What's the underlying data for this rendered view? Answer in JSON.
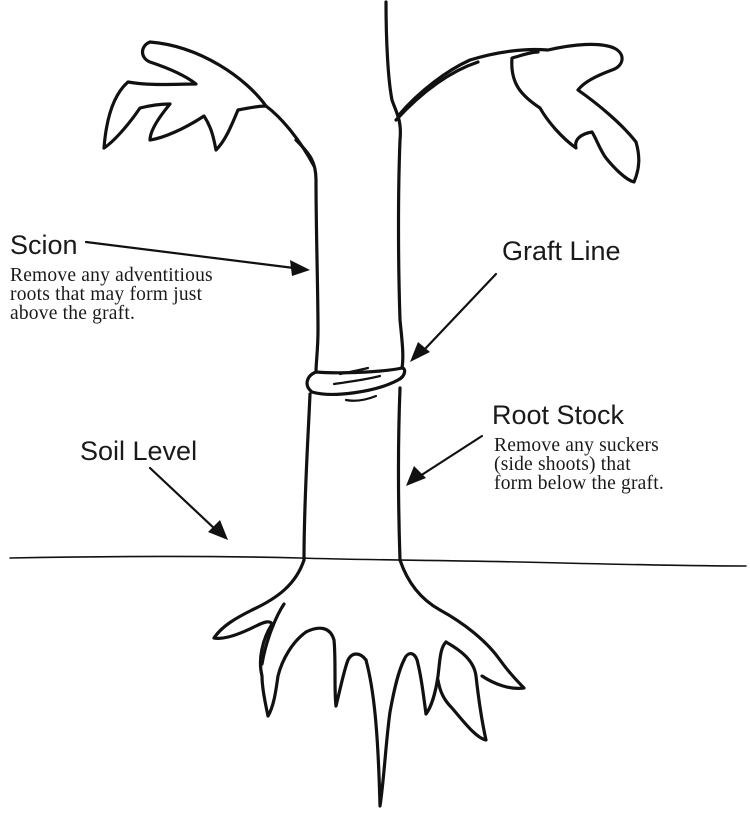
{
  "labels": {
    "scion": {
      "title": "Scion",
      "note": [
        "Remove any adventitious",
        "roots that may form just",
        "above the graft."
      ]
    },
    "graft_line": {
      "title": "Graft Line"
    },
    "root_stock": {
      "title": "Root Stock",
      "note": [
        "Remove any suckers",
        "(side shoots) that",
        "form below the graft."
      ]
    },
    "soil_level": {
      "title": "Soil Level"
    }
  },
  "colors": {
    "ink": "#111111",
    "background": "#ffffff"
  }
}
